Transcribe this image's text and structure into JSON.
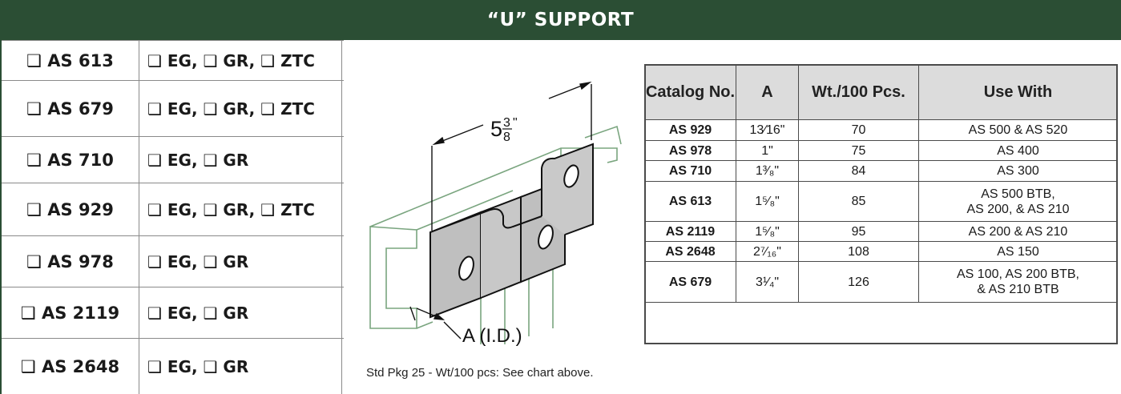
{
  "title": "“U” SUPPORT",
  "options": [
    {
      "part": "❑ AS 613",
      "finishes": "❑ EG, ❑ GR, ❑ ZTC"
    },
    {
      "part": "❑ AS 679",
      "finishes": "❑ EG, ❑ GR, ❑ ZTC"
    },
    {
      "part": "❑ AS 710",
      "finishes": "❑ EG, ❑ GR"
    },
    {
      "part": "❑ AS 929",
      "finishes": "❑ EG, ❑ GR, ❑ ZTC"
    },
    {
      "part": "❑ AS 978",
      "finishes": "❑ EG, ❑ GR"
    },
    {
      "part": "❑ AS 2119",
      "finishes": "❑ EG, ❑ GR"
    },
    {
      "part": "❑ AS 2648",
      "finishes": "❑ EG, ❑ GR"
    }
  ],
  "figure": {
    "dim_length": "5",
    "dim_frac_num": "3",
    "dim_frac_den": "8",
    "dim_inch": "\"",
    "dim_a": "A (I.D.)"
  },
  "table": {
    "headers": [
      "Catalog No.",
      "A",
      "Wt./100 Pcs.",
      "Use With"
    ],
    "rows": [
      {
        "catalog": "AS 929",
        "a": "13⁄16\"",
        "wt": "70",
        "use": "AS 500 & AS 520"
      },
      {
        "catalog": "AS 978",
        "a": "1\"",
        "wt": "75",
        "use": "AS 400"
      },
      {
        "catalog": "AS 710",
        "a": "1³⁄₈\"",
        "wt": "84",
        "use": "AS 300"
      },
      {
        "catalog": "AS 613",
        "a": "1⁵⁄₈\"",
        "wt": "85",
        "use": "AS 500 BTB,\nAS 200, & AS 210"
      },
      {
        "catalog": "AS 2119",
        "a": "1⁵⁄₈\"",
        "wt": "95",
        "use": "AS 200 & AS 210"
      },
      {
        "catalog": "AS 2648",
        "a": "2⁷⁄₁₆\"",
        "wt": "108",
        "use": "AS 150"
      },
      {
        "catalog": "AS 679",
        "a": "3¹⁄₄\"",
        "wt": "126",
        "use": "AS 100, AS 200 BTB,\n& AS 210 BTB"
      }
    ]
  },
  "note": "Std Pkg 25 - Wt/100 pcs: See chart above."
}
